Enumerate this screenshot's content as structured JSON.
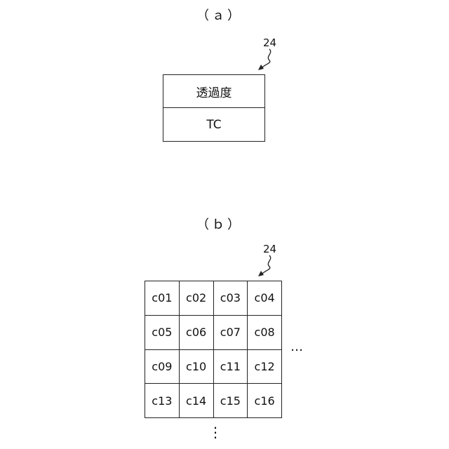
{
  "panel_a": {
    "label": "（ａ）",
    "ref": "24",
    "rows": [
      "透過度",
      "TC"
    ]
  },
  "panel_b": {
    "label": "（ｂ）",
    "ref": "24",
    "cells": [
      "c01",
      "c02",
      "c03",
      "c04",
      "c05",
      "c06",
      "c07",
      "c08",
      "c09",
      "c10",
      "c11",
      "c12",
      "c13",
      "c14",
      "c15",
      "c16"
    ],
    "h_ellipsis": "…",
    "v_ellipsis": "⋮"
  }
}
